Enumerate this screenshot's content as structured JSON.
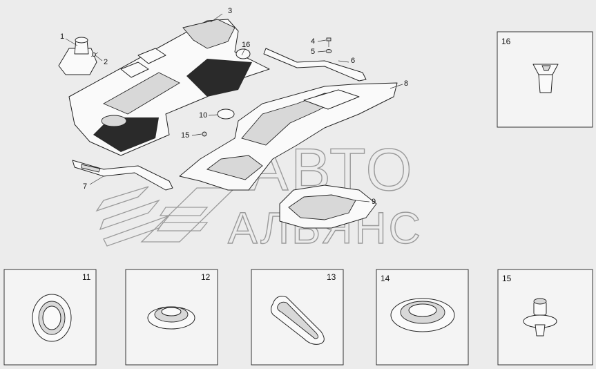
{
  "watermark": {
    "line1": "АВТО",
    "line2": "АЛЬЯНС"
  },
  "callouts": [
    "1",
    "2",
    "3",
    "4",
    "5",
    "6",
    "7",
    "8",
    "9",
    "10",
    "15",
    "16"
  ],
  "detail_boxes": [
    "16",
    "11",
    "12",
    "13",
    "14",
    "15"
  ]
}
